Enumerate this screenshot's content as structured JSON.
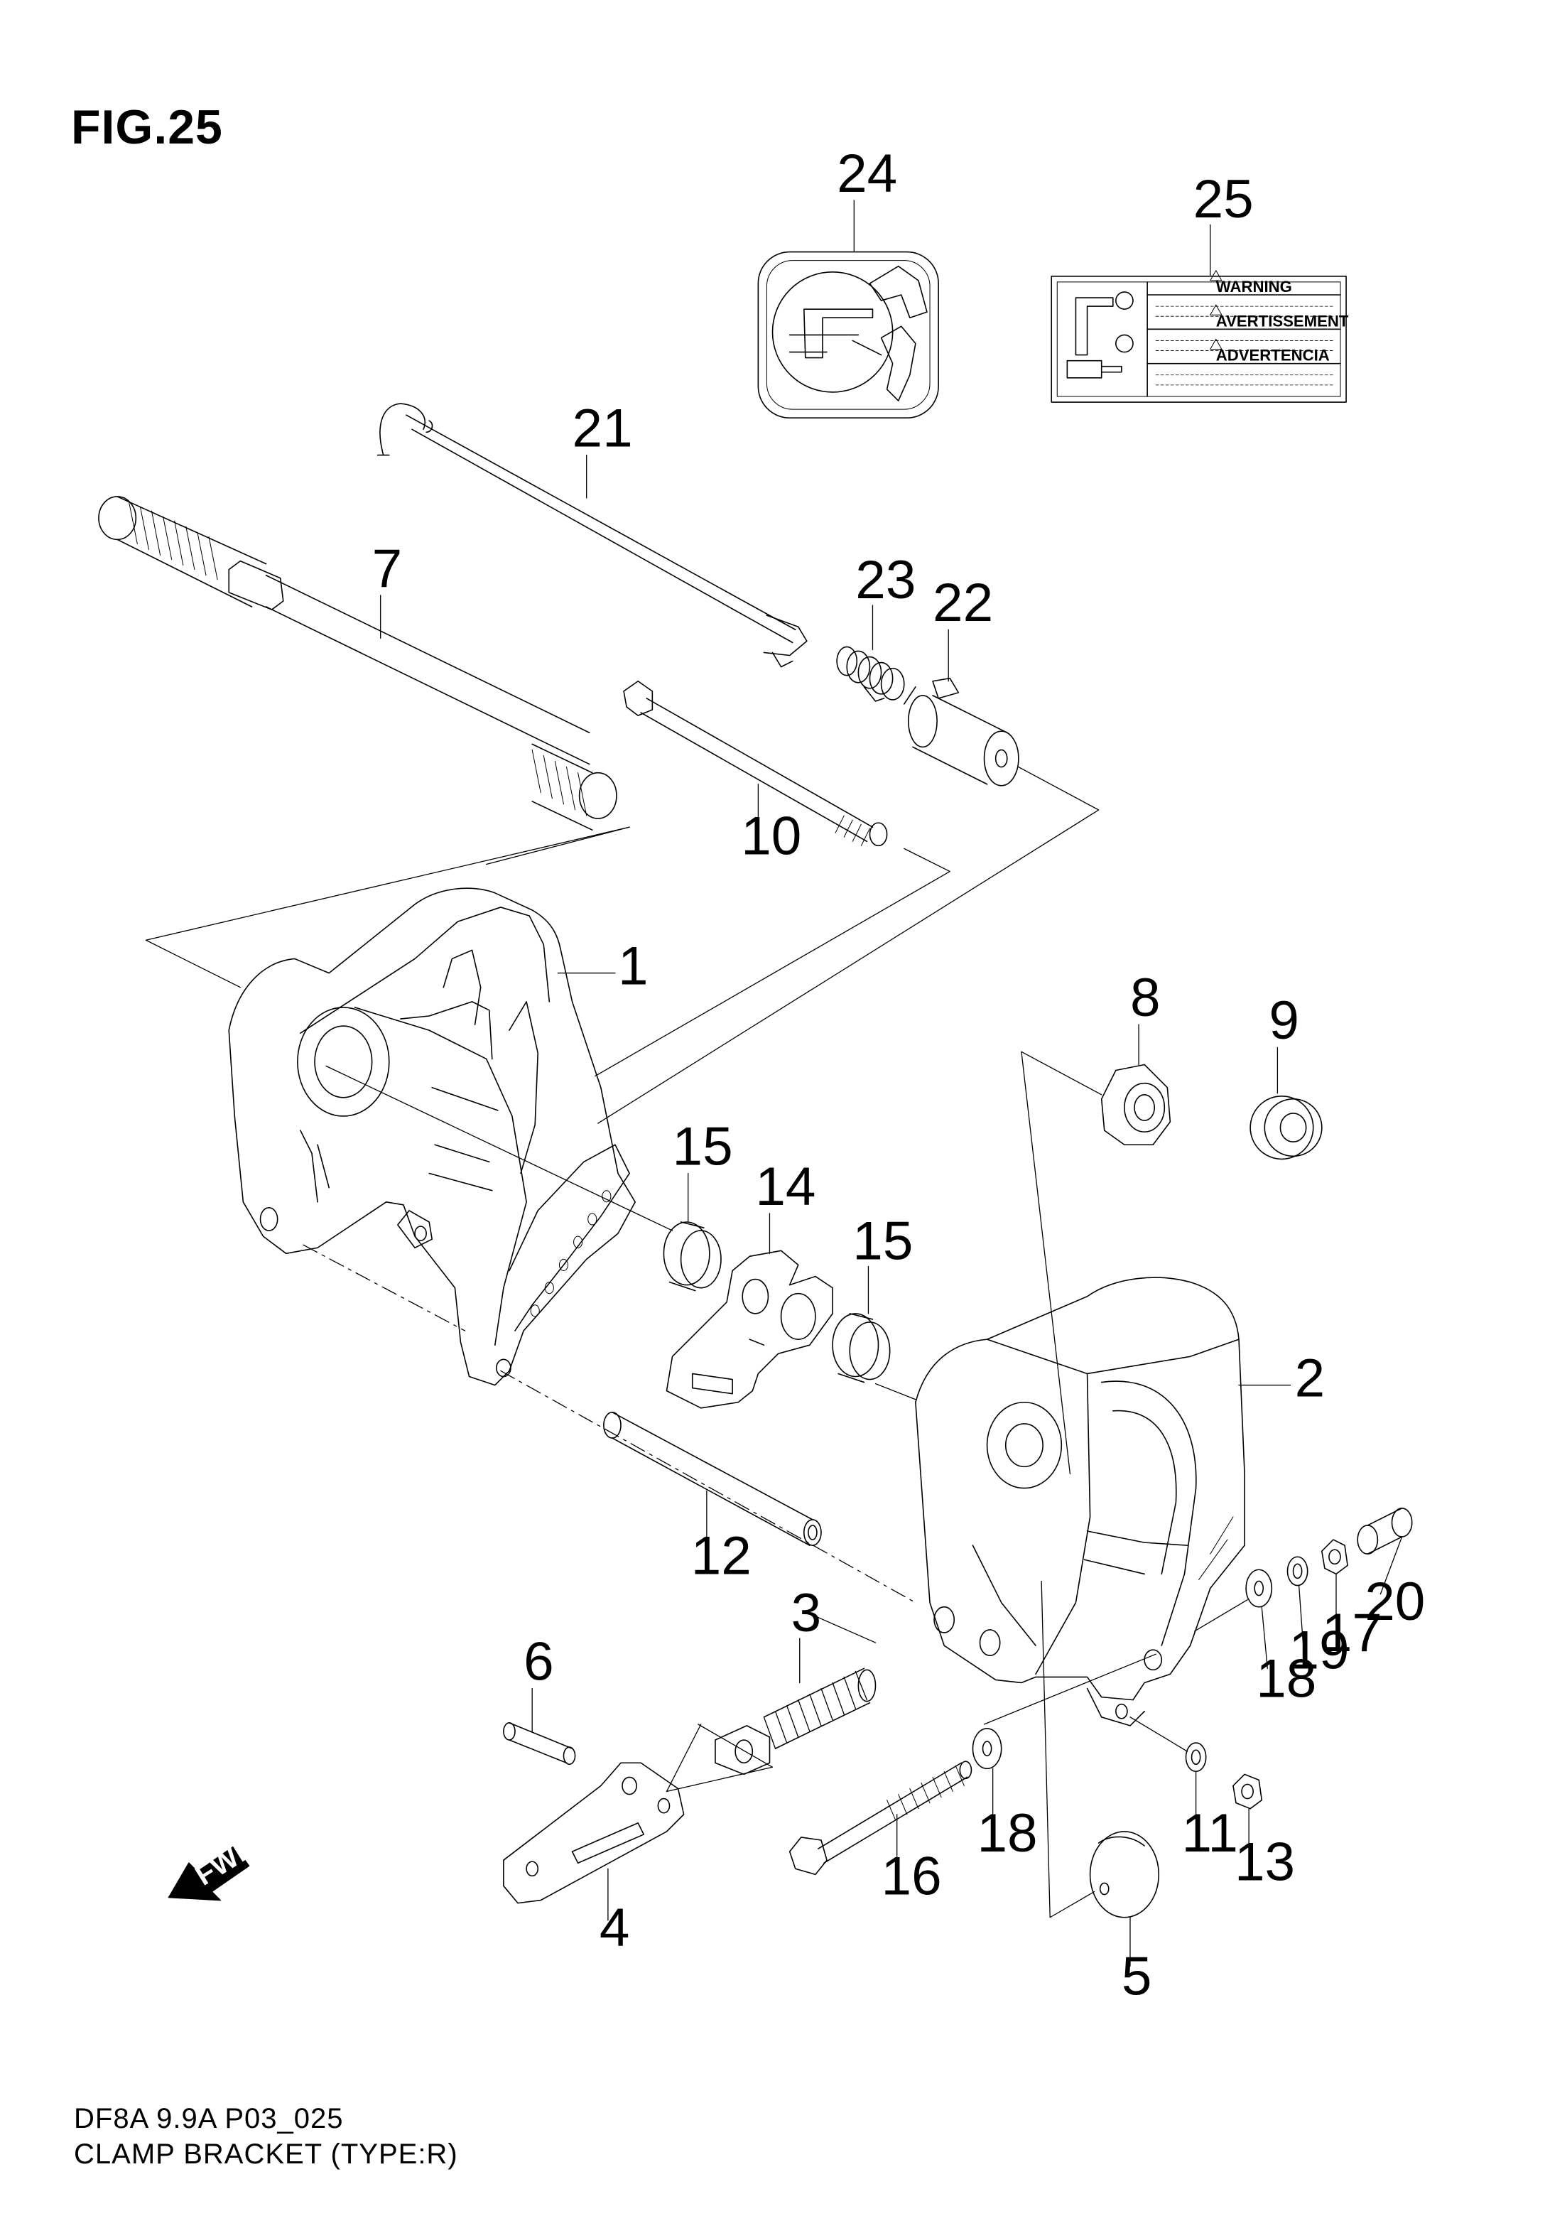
{
  "figure": {
    "title": "FIG.25",
    "code": "DF8A 9.9A P03_025",
    "caption": "CLAMP BRACKET (TYPE:R)"
  },
  "label_25": {
    "rows": [
      "WARNING",
      "AVERTISSEMENT",
      "ADVERTENCIA"
    ]
  },
  "fwd_badge": "FWD",
  "parts": [
    {
      "id": "p1",
      "label": "1"
    },
    {
      "id": "p2",
      "label": "2"
    },
    {
      "id": "p3",
      "label": "3"
    },
    {
      "id": "p4",
      "label": "4"
    },
    {
      "id": "p5",
      "label": "5"
    },
    {
      "id": "p6",
      "label": "6"
    },
    {
      "id": "p7",
      "label": "7"
    },
    {
      "id": "p8",
      "label": "8"
    },
    {
      "id": "p9",
      "label": "9"
    },
    {
      "id": "p10",
      "label": "10"
    },
    {
      "id": "p11",
      "label": "11"
    },
    {
      "id": "p12",
      "label": "12"
    },
    {
      "id": "p13",
      "label": "13"
    },
    {
      "id": "p14",
      "label": "14"
    },
    {
      "id": "p15a",
      "label": "15"
    },
    {
      "id": "p15b",
      "label": "15"
    },
    {
      "id": "p16",
      "label": "16"
    },
    {
      "id": "p17",
      "label": "17"
    },
    {
      "id": "p18a",
      "label": "18"
    },
    {
      "id": "p18b",
      "label": "18"
    },
    {
      "id": "p19",
      "label": "19"
    },
    {
      "id": "p20",
      "label": "20"
    },
    {
      "id": "p21",
      "label": "21"
    },
    {
      "id": "p22",
      "label": "22"
    },
    {
      "id": "p23",
      "label": "23"
    },
    {
      "id": "p24",
      "label": "24"
    },
    {
      "id": "p25",
      "label": "25"
    }
  ]
}
